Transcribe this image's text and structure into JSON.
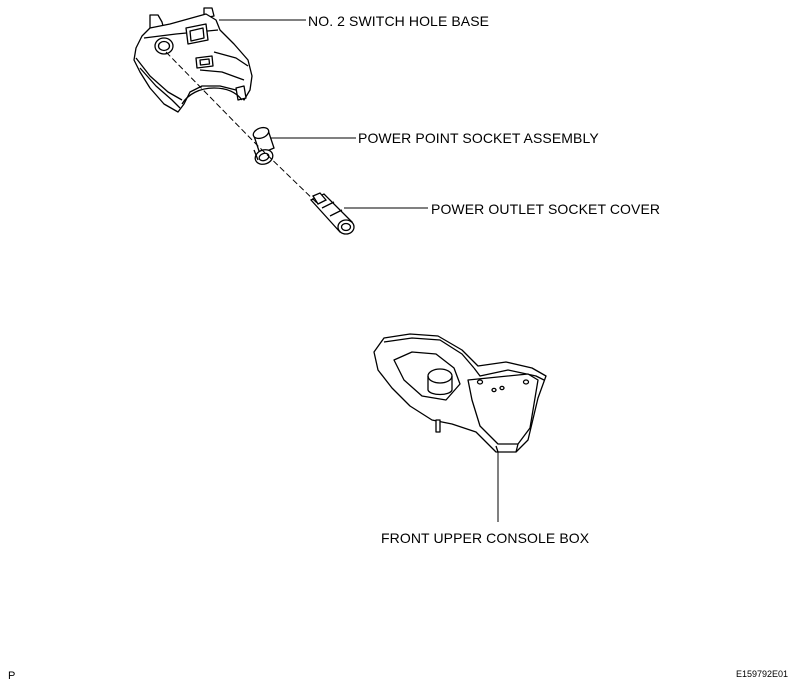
{
  "labels": {
    "switch_hole_base": "NO. 2 SWITCH HOLE BASE",
    "power_point_socket": "POWER POINT SOCKET ASSEMBLY",
    "power_outlet_cover": "POWER OUTLET SOCKET COVER",
    "front_upper_console": "FRONT UPPER CONSOLE BOX"
  },
  "corner": {
    "left_mark": "P",
    "figure_code": "E159792E01"
  },
  "colors": {
    "line": "#000000",
    "fill": "#ffffff"
  }
}
